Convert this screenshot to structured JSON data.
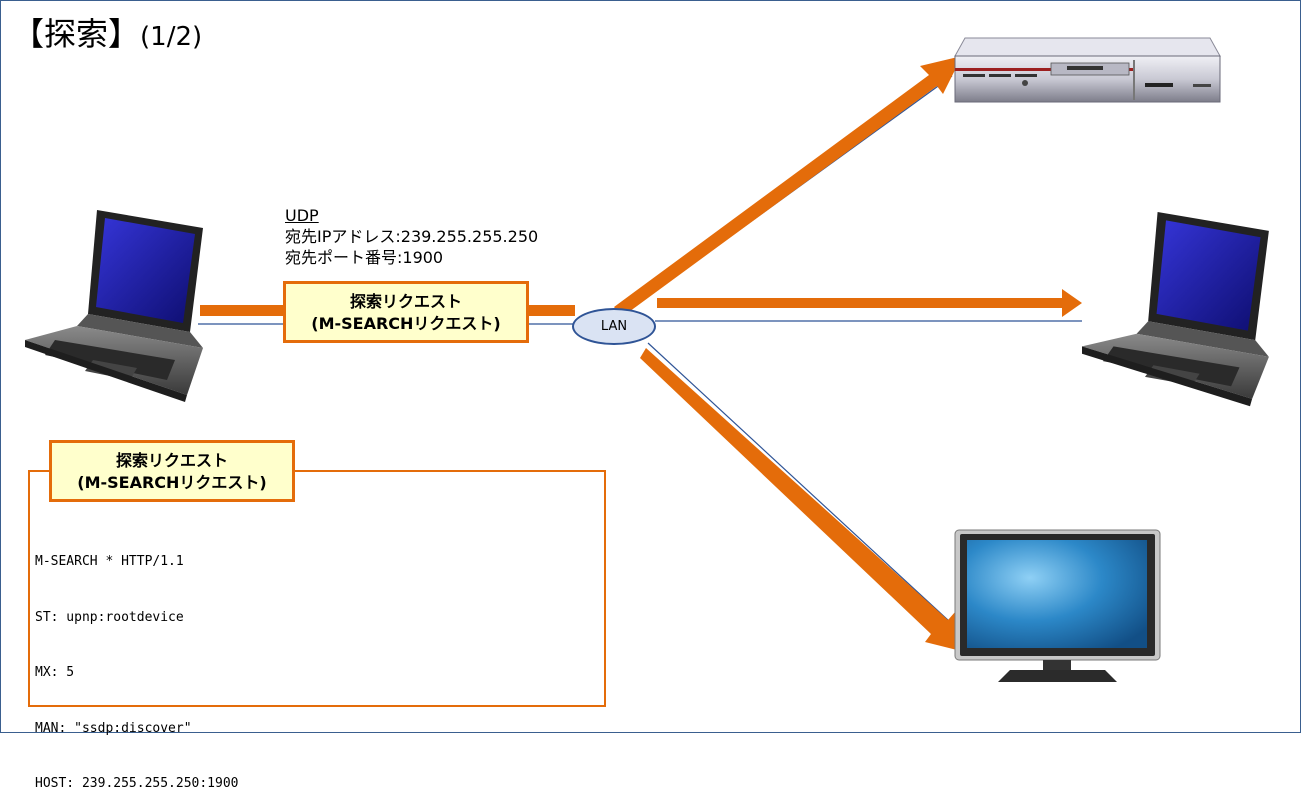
{
  "title": {
    "main": "【探索】",
    "page": "(1/2)"
  },
  "udp": {
    "protocol": "UDP",
    "dest_ip": "宛先IPアドレス:239.255.255.250",
    "dest_port": "宛先ポート番号:1900"
  },
  "request_box": {
    "line1": "探索リクエスト",
    "line2": "(M-SEARCHリクエスト)"
  },
  "lan_label": "LAN",
  "panel": {
    "tab_line1": "探索リクエスト",
    "tab_line2": "(M-SEARCHリクエスト)",
    "lines": [
      "M-SEARCH * HTTP/1.1",
      "ST: upnp:rootdevice",
      "MX: 5",
      "MAN: \"ssdp:discover\"",
      "HOST: 239.255.255.250:1900"
    ]
  },
  "colors": {
    "arrow": "#e46c0a",
    "line": "#2f5496",
    "box_fill": "#ffffcc",
    "frame": "#3a5f8f"
  },
  "icons": [
    "laptop-icon",
    "recorder-icon",
    "laptop-icon",
    "tv-icon"
  ]
}
